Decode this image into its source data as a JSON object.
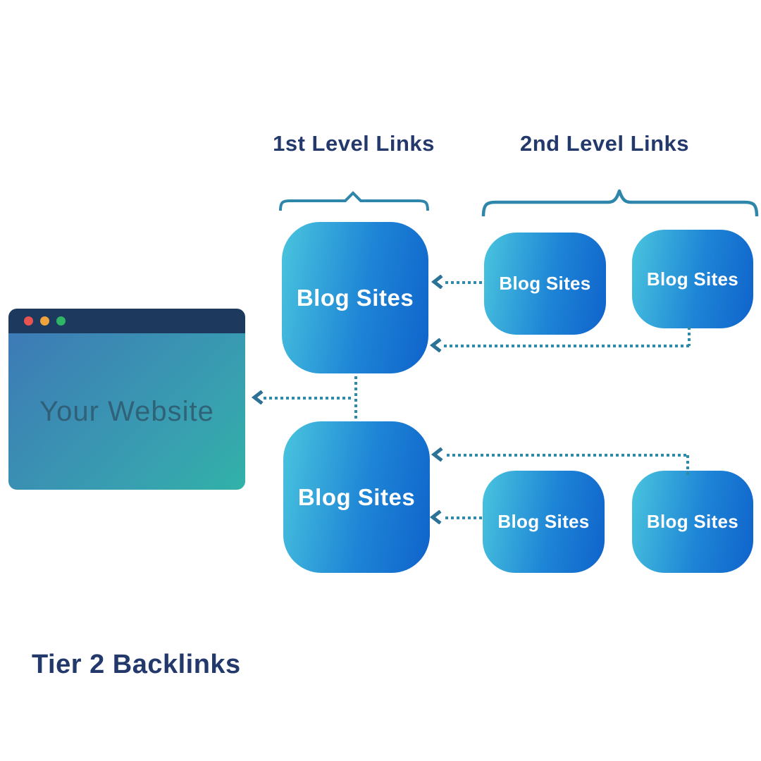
{
  "header": {
    "first_level_label": "1st Level Links",
    "second_level_label": "2nd Level Links"
  },
  "website": {
    "title": "Your Website"
  },
  "nodes": {
    "tier1": [
      {
        "label": "Blog Sites"
      },
      {
        "label": "Blog Sites"
      }
    ],
    "tier2": [
      {
        "label": "Blog Sites"
      },
      {
        "label": "Blog Sites"
      },
      {
        "label": "Blog Sites"
      },
      {
        "label": "Blog Sites"
      }
    ]
  },
  "caption": "Tier 2 Backlinks",
  "icons": {
    "traffic_lights": [
      "red-circle",
      "yellow-circle",
      "green-circle"
    ],
    "arrowhead": "chevron-left",
    "brace": "horizontal-curly-brace"
  },
  "colors": {
    "heading_navy": "#23386b",
    "brace_teal": "#2e86ab",
    "connector_dots_teal": "#2f89aa",
    "arrowhead_teal": "#2c7296",
    "box_gradient_start": "#4ac5de",
    "box_gradient_end": "#0f63cb",
    "window_bar_navy": "#1d3a5e",
    "window_gradient_start": "#3d7ab6",
    "window_gradient_end": "#31b2a8",
    "window_text": "#2f596e",
    "traffic_red": "#e85450",
    "traffic_yellow": "#f0a33c",
    "traffic_green": "#2eb565",
    "box_text": "#ffffff",
    "background": "#ffffff"
  }
}
